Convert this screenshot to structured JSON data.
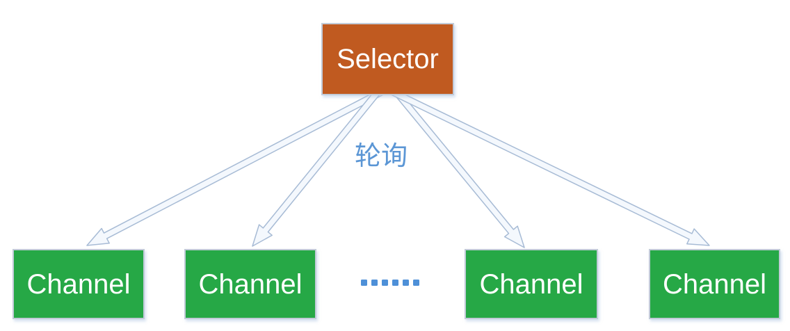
{
  "diagram": {
    "selector": {
      "label": "Selector"
    },
    "channels": [
      {
        "label": "Channel"
      },
      {
        "label": "Channel"
      },
      {
        "label": "Channel"
      },
      {
        "label": "Channel"
      }
    ],
    "polling_label": "轮询",
    "ellipsis": "......",
    "edges": [
      {
        "from": "selector",
        "to": "channel-1",
        "meaning": "polling"
      },
      {
        "from": "selector",
        "to": "channel-2",
        "meaning": "polling"
      },
      {
        "from": "selector",
        "to": "channel-3",
        "meaning": "polling"
      },
      {
        "from": "selector",
        "to": "channel-4",
        "meaning": "polling"
      }
    ]
  },
  "colors": {
    "background": "#FFFFFF",
    "selector_fill": "#C05A20",
    "channel_fill": "#26A846",
    "box_border": "#C2CBD8",
    "arrow_fill": "#F4F8FD",
    "arrow_stroke": "#A7BBD5",
    "polling_text": "#5B96D5",
    "ellipsis_color": "#4E90D8"
  }
}
